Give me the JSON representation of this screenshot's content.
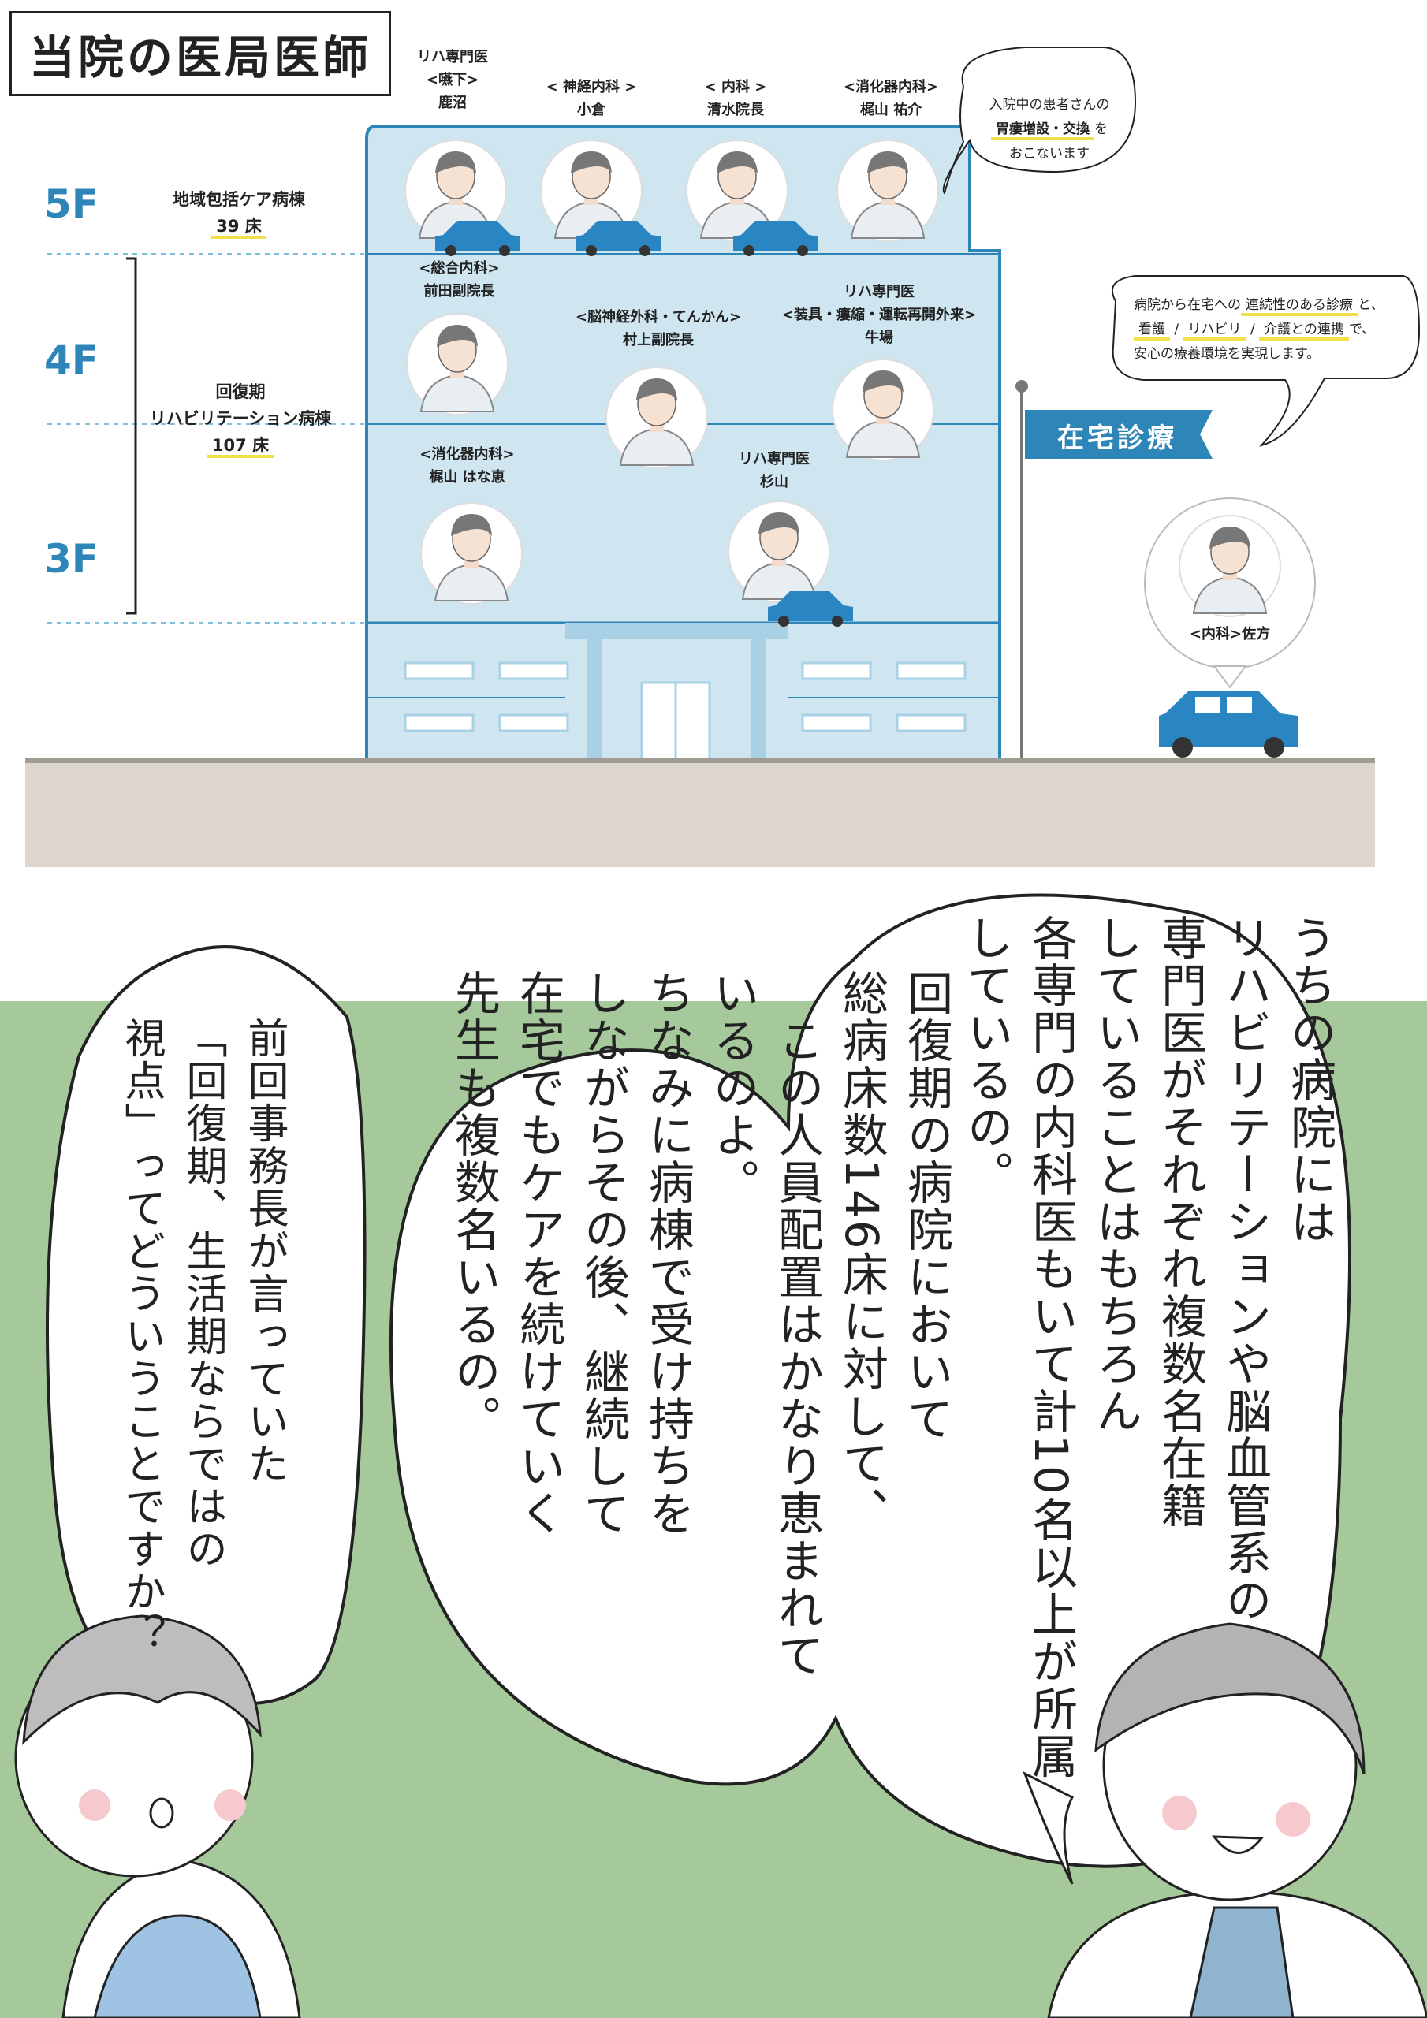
{
  "title": "当院の医局医師",
  "floors": {
    "f5": "5F",
    "f4": "4F",
    "f3": "3F"
  },
  "wards": {
    "community": {
      "name": "地域包括ケア病棟",
      "beds": "39 床"
    },
    "recovery": {
      "name1": "回復期",
      "name2": "リハビリテーション病棟",
      "beds": "107 床"
    }
  },
  "doctors": {
    "kanuma": {
      "l1": "リハ専門医",
      "l2": "<嚥下>",
      "name": "鹿沼"
    },
    "ogura": {
      "dept": "< 神経内科 >",
      "name": "小倉"
    },
    "shimizu": {
      "dept": "< 内科 >",
      "name": "清水院長"
    },
    "kajiyama_y": {
      "dept": "<消化器内科>",
      "name": "梶山 祐介"
    },
    "maeda": {
      "dept": "<総合内科>",
      "name": "前田副院長"
    },
    "murakami": {
      "dept": "<脳神経外科・てんかん>",
      "name": "村上副院長"
    },
    "ushiba": {
      "l1": "リハ専門医",
      "l2": "<装具・瘻縮・運転再開外来>",
      "name": "牛場"
    },
    "kajiyama_h": {
      "dept": "<消化器内科>",
      "name": "梶山 はな恵"
    },
    "sugiyama": {
      "l1": "リハ専門医",
      "name": "杉山"
    },
    "sakata": {
      "name": "<内科>佐方"
    }
  },
  "bubble_gastro": {
    "l1": "入院中の患者さんの",
    "l2": "胃瘻増設・交換",
    "l2b": "を",
    "l3": "おこないます"
  },
  "bubble_home": {
    "l1a": "病院から在宅への",
    "l1b": "連続性のある診療",
    "l1c": "と、",
    "l2a": "看護",
    "l2b": " / ",
    "l2c": "リハビリ",
    "l2d": " / ",
    "l2e": "介護との連携",
    "l2f": "で、",
    "l3": "安心の療養環境を実現します。"
  },
  "home_care_sign": "在宅診療",
  "speech_right": [
    "うちの病院には",
    "リハビリテーションや脳血管系の",
    "専門医がそれぞれ複数名在籍",
    "していることはもちろん",
    "各専門の内科医もいて計10名以上が所属",
    "しているの。"
  ],
  "speech_middle": [
    "回復期の病院において",
    "総病床数146床に対して、",
    "　この人員配置はかなり恵まれて",
    "いるのよ。",
    "ちなみに病棟で受け持ちを",
    "しながらその後、継続して",
    "在宅でもケアを続けていく",
    "先生も複数名いるの。"
  ],
  "speech_left": [
    "前回事務長が言っていた",
    "「回復期、生活期ならではの",
    "視点」ってどういうことですか？"
  ],
  "colors": {
    "building": "#cfe6f1",
    "building_line": "#2d86b7",
    "accent": "#2d86b7",
    "car": "#2a86c3",
    "ground": "#ddd6cc",
    "green": "#a6c99c",
    "highlight": "#f2e04a"
  }
}
